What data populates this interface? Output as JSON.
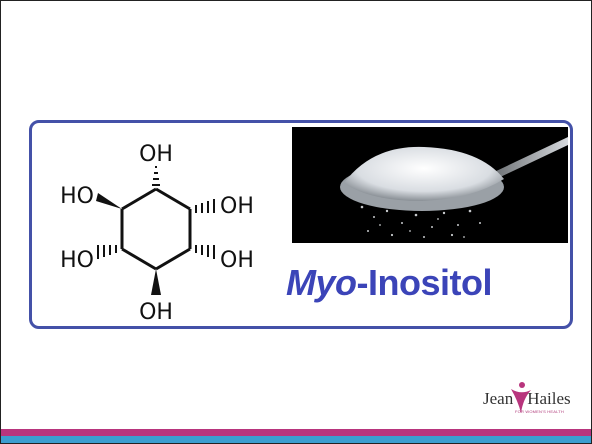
{
  "structure": {
    "labels": {
      "top": "OH",
      "top_left": "HO",
      "top_right": "OH",
      "bottom_left": "HO",
      "bottom_right": "OH",
      "bottom": "OH"
    }
  },
  "title": {
    "prefix": "Myo",
    "suffix": "-Inositol"
  },
  "logo": {
    "name_left": "Jean",
    "name_right": "Hailes",
    "tagline": "FOR WOMEN'S HEALTH"
  },
  "colors": {
    "card_border": "#4451a8",
    "title": "#3b44b8",
    "bar_top": "#b8357d",
    "bar_bottom": "#3b9ed0"
  },
  "photo_icon": "spoon-of-powder-icon"
}
